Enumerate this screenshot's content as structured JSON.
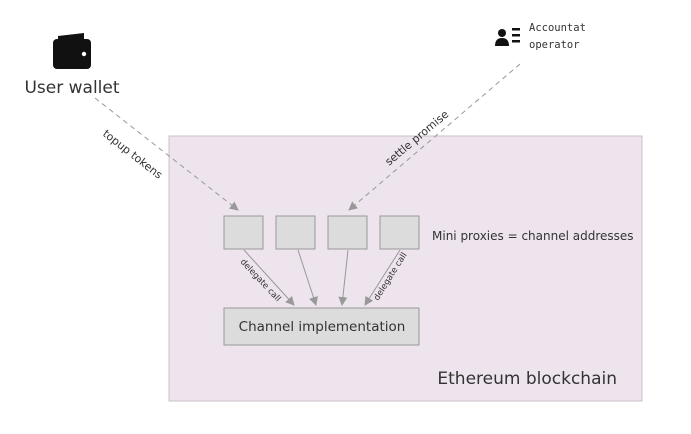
{
  "user_wallet": {
    "label": "User wallet",
    "icon": "wallet-icon"
  },
  "accountant": {
    "line1": "Accountat",
    "line2": "operator",
    "icon": "user-card-icon"
  },
  "blockchain": {
    "label": "Ethereum blockchain"
  },
  "proxies": {
    "label": "Mini proxies = channel addresses",
    "count": 4
  },
  "channel": {
    "label": "Channel implementation"
  },
  "edges": {
    "topup": "topup tokens",
    "settle": "settle promise",
    "delegate_left": "delegate call",
    "delegate_right": "delegate call"
  },
  "colors": {
    "blockchain_fill": "#ede4ed",
    "blockchain_stroke": "#c9c0c9",
    "box_fill": "#dcdcdc",
    "box_stroke": "#999999",
    "arrow": "#999999",
    "text": "#333333"
  }
}
